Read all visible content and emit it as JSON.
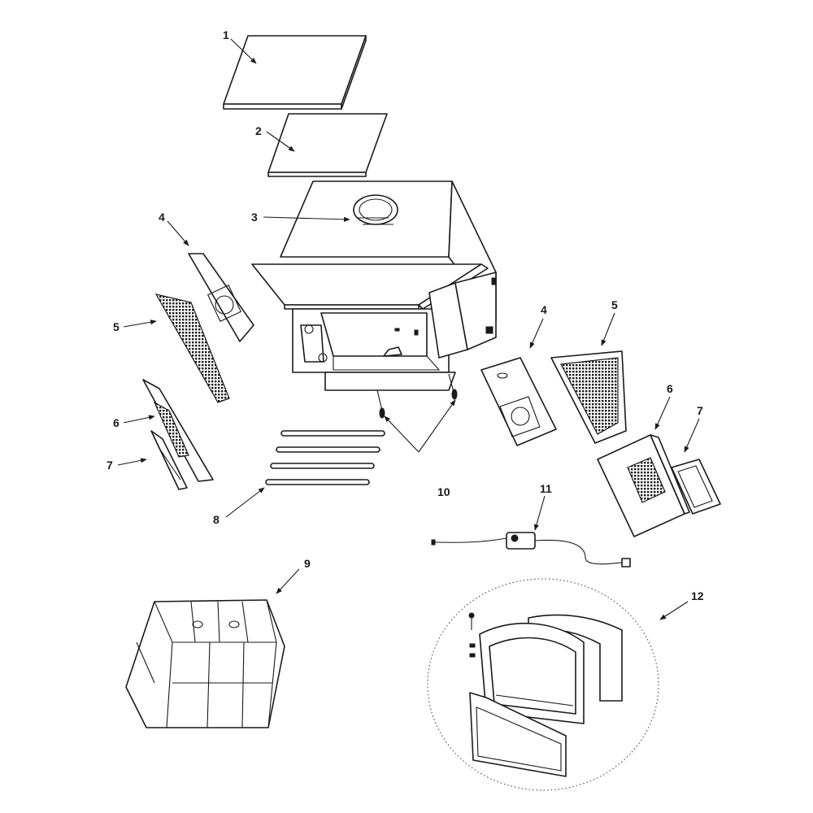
{
  "callouts": [
    {
      "id": "c1",
      "label": "1"
    },
    {
      "id": "c2",
      "label": "2"
    },
    {
      "id": "c3",
      "label": "3"
    },
    {
      "id": "c4a",
      "label": "4"
    },
    {
      "id": "c4b",
      "label": "4"
    },
    {
      "id": "c5a",
      "label": "5"
    },
    {
      "id": "c5b",
      "label": "5"
    },
    {
      "id": "c6a",
      "label": "6"
    },
    {
      "id": "c6b",
      "label": "6"
    },
    {
      "id": "c7a",
      "label": "7"
    },
    {
      "id": "c7b",
      "label": "7"
    },
    {
      "id": "c8",
      "label": "8"
    },
    {
      "id": "c9",
      "label": "9"
    },
    {
      "id": "c10",
      "label": "10"
    },
    {
      "id": "c11",
      "label": "11"
    },
    {
      "id": "c12",
      "label": "12"
    }
  ],
  "colors": {
    "line": "#1a1a1a",
    "background": "#ffffff"
  }
}
